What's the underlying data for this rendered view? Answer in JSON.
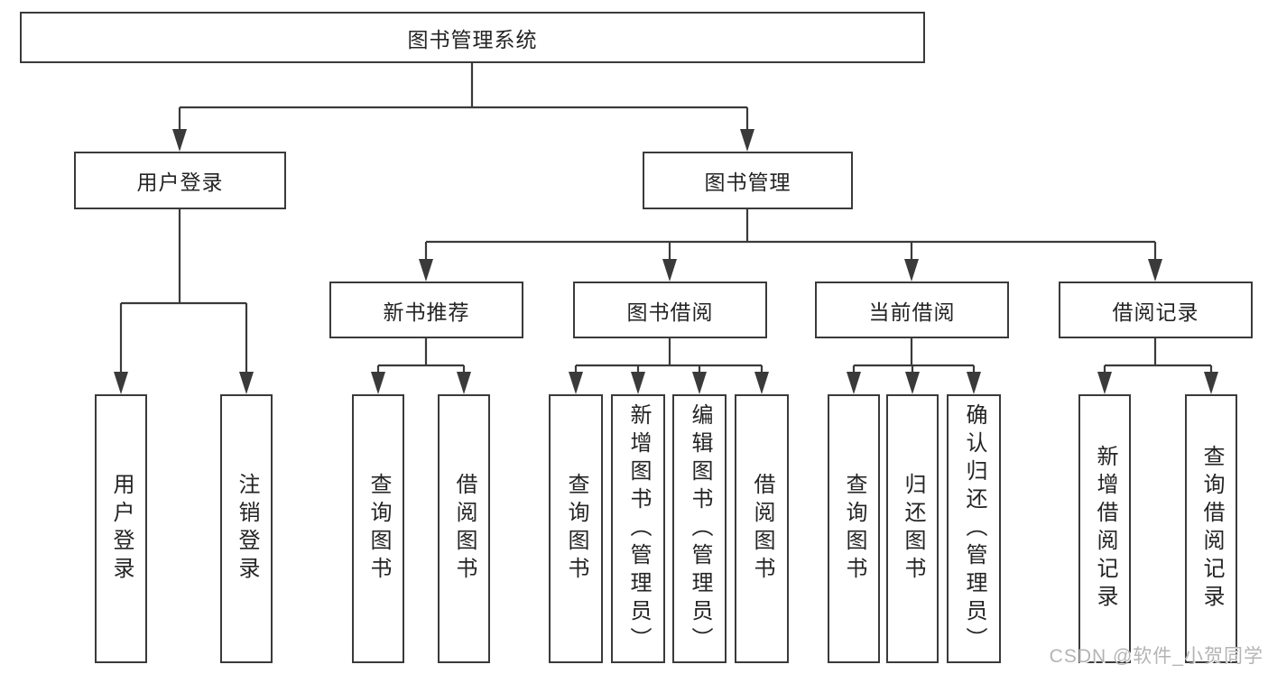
{
  "tree": {
    "label": "图书管理系统",
    "children": [
      {
        "label": "用户登录",
        "children": [
          {
            "label": "用户登录"
          },
          {
            "label": "注销登录"
          }
        ]
      },
      {
        "label": "图书管理",
        "children": [
          {
            "label": "新书推荐",
            "children": [
              {
                "label": "查询图书"
              },
              {
                "label": "借阅图书"
              }
            ]
          },
          {
            "label": "图书借阅",
            "children": [
              {
                "label": "查询图书"
              },
              {
                "label": "新增图书（管理员）"
              },
              {
                "label": "编辑图书（管理员）"
              },
              {
                "label": "借阅图书"
              }
            ]
          },
          {
            "label": "当前借阅",
            "children": [
              {
                "label": "查询图书"
              },
              {
                "label": "归还图书"
              },
              {
                "label": "确认归还（管理员）"
              }
            ]
          },
          {
            "label": "借阅记录",
            "children": [
              {
                "label": "新增借阅记录"
              },
              {
                "label": "查询借阅记录"
              }
            ]
          }
        ]
      }
    ]
  },
  "watermark": {
    "text": "CSDN @软件_小贺同学"
  },
  "colors": {
    "line": "#3a3a3a",
    "border": "#3a3a3a",
    "text": "#242424",
    "watermark": "#b4b4b4",
    "background": "#ffffff"
  }
}
